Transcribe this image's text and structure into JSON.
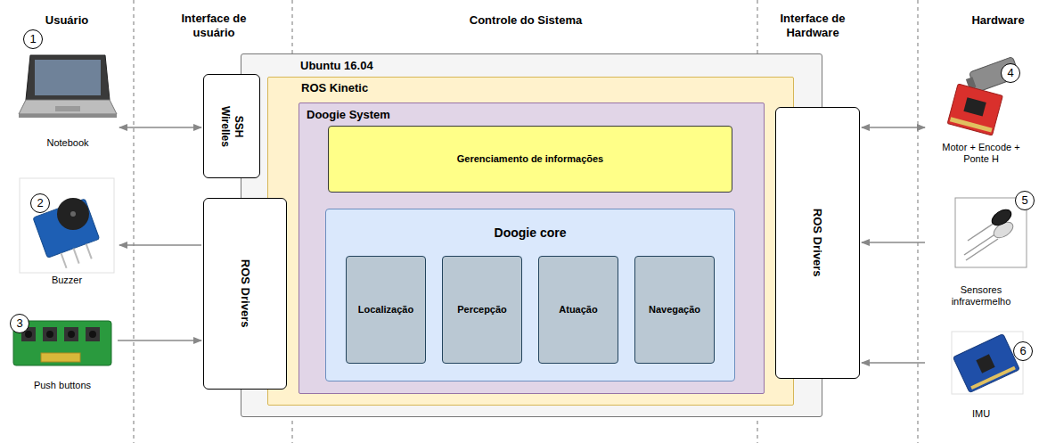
{
  "diagram": {
    "nodes": [
      {
        "text": [
          "Notebook"
        ]
      },
      {
        "text": [
          "Buzzer"
        ]
      },
      {
        "text": [
          "Push buttons"
        ]
      },
      {
        "text": [
          "SSH Wirelles"
        ]
      },
      {
        "text": [
          "ROS Drivers"
        ]
      },
      {
        "text": [
          "Ubuntu 16.04"
        ]
      },
      {
        "text": [
          "ROS Kinetic"
        ],
        "in": 5
      },
      {
        "text": [
          "Doogie System"
        ],
        "in": 6
      },
      {
        "text": [
          "Gerenciamento de informações"
        ],
        "in": 7
      },
      {
        "text": [
          "Doogie core"
        ],
        "in": 7
      },
      {
        "text": [
          "Localização"
        ],
        "in": 9
      },
      {
        "text": [
          "Percepção"
        ],
        "in": 9
      },
      {
        "text": [
          "Atuação"
        ],
        "in": 9
      },
      {
        "text": [
          "Navegação"
        ],
        "in": 9
      },
      {
        "text": [
          "ROS Drivers"
        ]
      },
      {
        "text": [
          "Motor + Encode + Ponte H"
        ]
      },
      {
        "text": [
          "Sensores infravermelho"
        ]
      },
      {
        "text": [
          "IMU"
        ]
      }
    ],
    "edges": [
      {
        "from": 0,
        "to": 3,
        "arrow": "both"
      },
      {
        "from": 4,
        "to": 1,
        "arrow": "to"
      },
      {
        "from": 2,
        "to": 4,
        "arrow": "to"
      },
      {
        "from": 15,
        "to": 14,
        "arrow": "both"
      },
      {
        "from": 16,
        "to": 14,
        "arrow": "to"
      },
      {
        "from": 17,
        "to": 14,
        "arrow": "to"
      }
    ],
    "labels": [
      "Usuário",
      "Interface de usuário",
      "Controle do Sistema",
      "Interface de Hardware",
      "Hardware",
      "1",
      "2",
      "3",
      "4",
      "5",
      "6"
    ]
  }
}
